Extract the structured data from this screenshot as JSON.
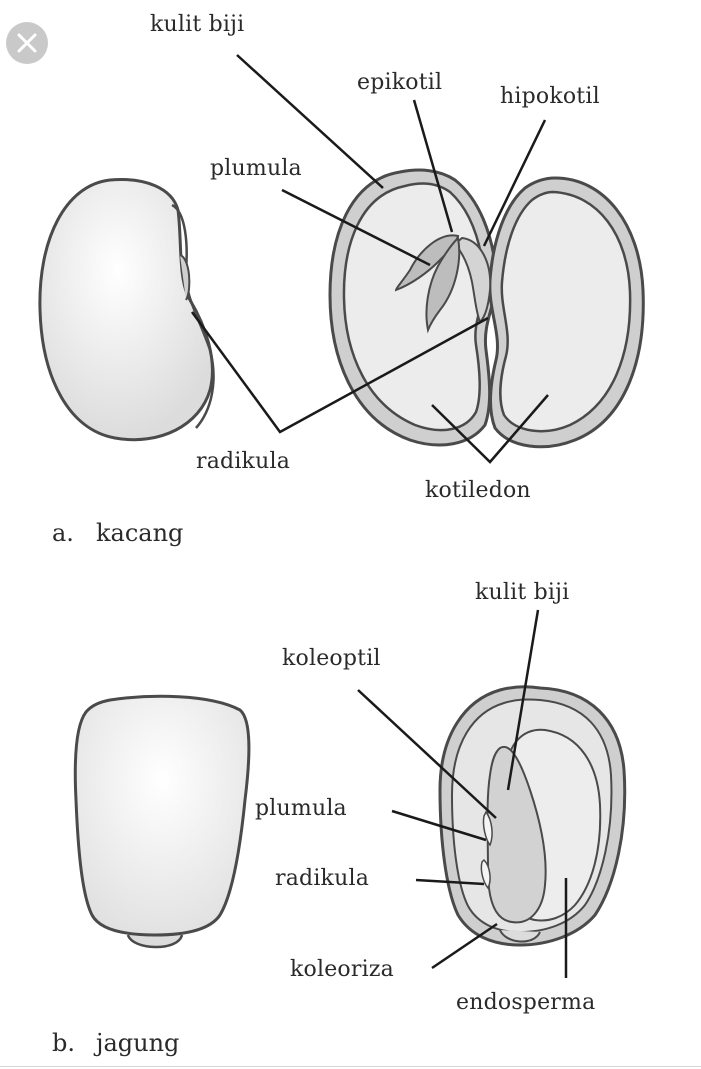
{
  "colors": {
    "outline": "#4a4a4a",
    "seed_fill": "#e9e9e9",
    "seed_light": "#f7f7f7",
    "coat_fill": "#cfcfcf",
    "embryo_fill": "#d4d4d4",
    "line": "#1a1a1a",
    "close_bg": "#c9c9c9"
  },
  "ui": {
    "close_icon": "close-icon"
  },
  "panel_a": {
    "caption_letter": "a.",
    "caption_name": "kacang",
    "labels": {
      "kulit_biji": "kulit biji",
      "epikotil": "epikotil",
      "hipokotil": "hipokotil",
      "plumula": "plumula",
      "radikula": "radikula",
      "kotiledon": "kotiledon"
    }
  },
  "panel_b": {
    "caption_letter": "b.",
    "caption_name": "jagung",
    "labels": {
      "kulit_biji": "kulit biji",
      "koleoptil": "koleoptil",
      "plumula": "plumula",
      "radikula": "radikula",
      "koleoriza": "koleoriza",
      "endosperma": "endosperma"
    }
  }
}
